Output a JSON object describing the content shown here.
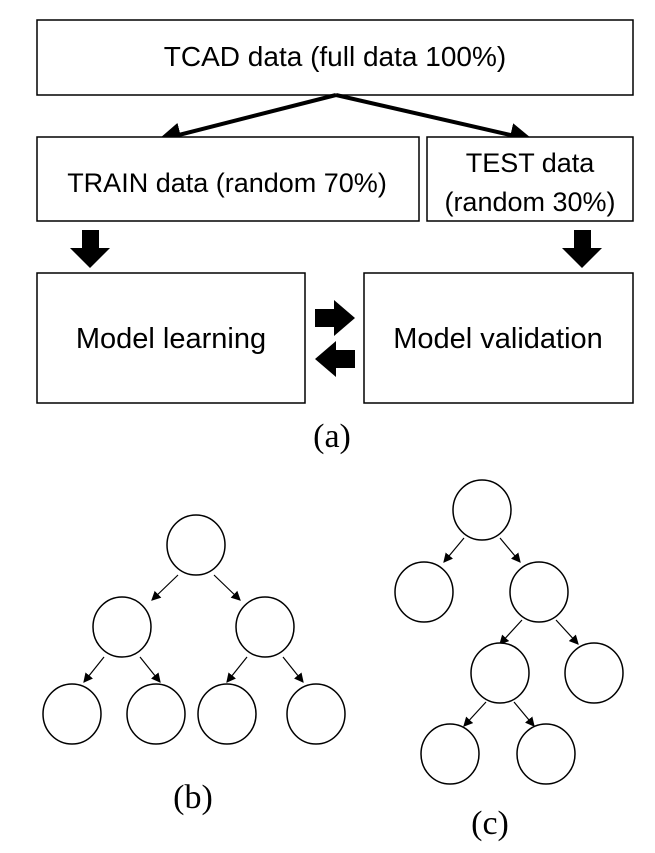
{
  "panel_a": {
    "boxes": {
      "tcad": "TCAD data (full data 100%)",
      "train": "TRAIN data  (random 70%)",
      "test_line1": "TEST data",
      "test_line2": "(random 30%)",
      "learning": "Model learning",
      "validation": "Model validation"
    },
    "caption": "(a)"
  },
  "panel_b": {
    "caption": "(b)"
  },
  "panel_c": {
    "caption": "(c)"
  },
  "colors": {
    "stroke": "#000000",
    "background": "#ffffff"
  }
}
